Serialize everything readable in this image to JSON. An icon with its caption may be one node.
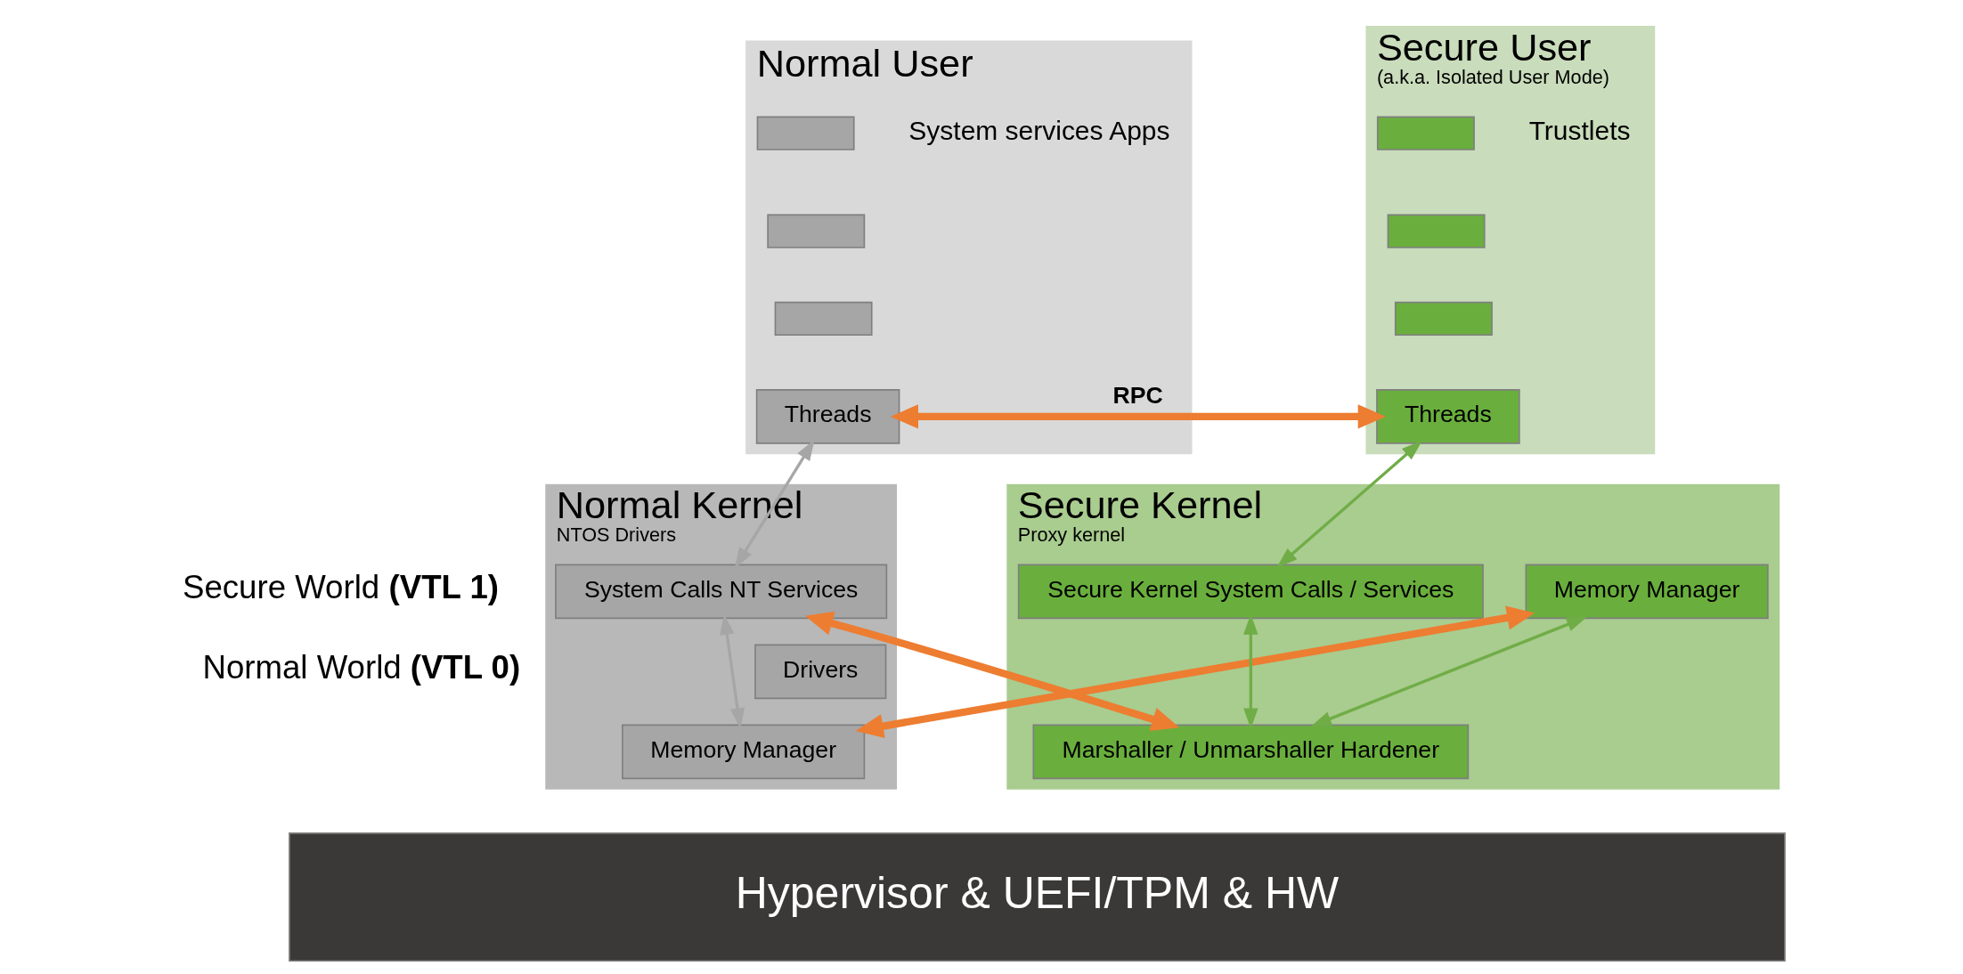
{
  "diagram": {
    "nodes": [
      {
        "text": [
          "Normal User"
        ]
      },
      {
        "text": [],
        "shape": "box",
        "in": 0
      },
      {
        "text": [],
        "shape": "box",
        "in": 0
      },
      {
        "text": [],
        "shape": "box",
        "in": 0
      },
      {
        "text": [
          "Threads"
        ],
        "in": 0
      },
      {
        "text": [
          "Secure User",
          "(a.k.a. Isolated User Mode)"
        ]
      },
      {
        "text": [],
        "shape": "box",
        "in": 5
      },
      {
        "text": [],
        "shape": "box",
        "in": 5
      },
      {
        "text": [],
        "shape": "box",
        "in": 5
      },
      {
        "text": [
          "Threads"
        ],
        "in": 5
      },
      {
        "text": [
          "Normal Kernel",
          "NTOS Drivers"
        ]
      },
      {
        "text": [
          "System Calls NT Services"
        ],
        "in": 10
      },
      {
        "text": [
          "Drivers"
        ],
        "in": 10
      },
      {
        "text": [
          "Memory Manager"
        ],
        "in": 10
      },
      {
        "text": [
          "Secure Kernel",
          "Proxy kernel"
        ]
      },
      {
        "text": [
          "Secure Kernel System Calls / Services"
        ],
        "in": 14
      },
      {
        "text": [
          "Memory Manager"
        ],
        "in": 14
      },
      {
        "text": [
          "Marshaller / Unmarshaller Hardener"
        ],
        "in": 14
      },
      {
        "text": [
          "Hypervisor & UEFI/TPM & HW"
        ]
      }
    ],
    "edges": [
      {
        "from": 4,
        "to": 9,
        "arrow": "both",
        "label": "RPC",
        "style": "thick",
        "color": "#ed7d31"
      },
      {
        "from": 4,
        "to": 11,
        "arrow": "both",
        "color": "#a6a6a6"
      },
      {
        "from": 11,
        "to": 13,
        "arrow": "both",
        "color": "#a6a6a6"
      },
      {
        "from": 9,
        "to": 15,
        "arrow": "both",
        "color": "#70ad47"
      },
      {
        "from": 15,
        "to": 17,
        "arrow": "both",
        "color": "#70ad47"
      },
      {
        "from": 16,
        "to": 17,
        "arrow": "both",
        "color": "#70ad47"
      },
      {
        "from": 13,
        "to": 16,
        "arrow": "both",
        "style": "thick",
        "color": "#ed7d31"
      },
      {
        "from": 11,
        "to": 17,
        "arrow": "both",
        "style": "thick",
        "color": "#ed7d31"
      }
    ],
    "labels": [
      "System services Apps",
      "Trustlets",
      "Normal World **(VTL 0)**",
      "Secure World **(VTL 1)**"
    ]
  }
}
